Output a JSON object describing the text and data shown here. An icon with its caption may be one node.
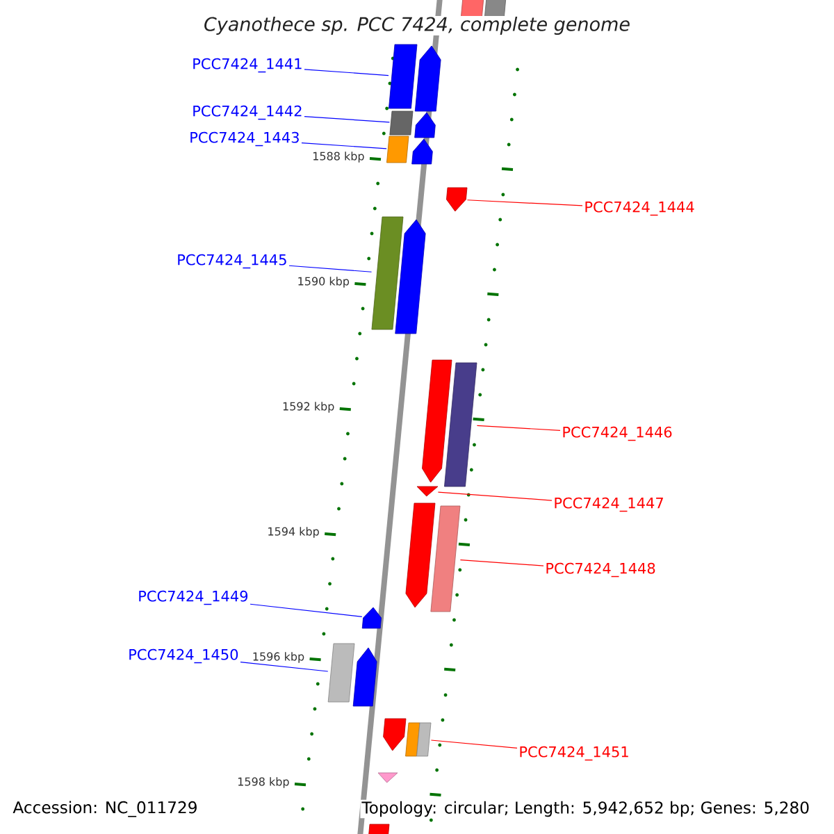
{
  "diagram": {
    "title": "Cyanothece sp. PCC 7424, complete genome",
    "nodes": [
      {
        "text": [],
        "shape": "bar"
      },
      {
        "text": [],
        "shape": "bar"
      },
      {
        "text": [
          "PCC7424_1441"
        ]
      },
      {
        "text": [],
        "shape": "bar"
      },
      {
        "text": [],
        "shape": "arrow"
      },
      {
        "text": [
          "PCC7424_1442"
        ]
      },
      {
        "text": [],
        "shape": "bar"
      },
      {
        "text": [],
        "shape": "arrow"
      },
      {
        "text": [
          "PCC7424_1443"
        ]
      },
      {
        "text": [],
        "shape": "bar"
      },
      {
        "text": [],
        "shape": "arrow"
      },
      {
        "text": [
          "PCC7424_1444"
        ]
      },
      {
        "text": [],
        "shape": "arrow"
      },
      {
        "text": [
          "PCC7424_1445"
        ]
      },
      {
        "text": [],
        "shape": "bar"
      },
      {
        "text": [],
        "shape": "arrow"
      },
      {
        "text": [
          "PCC7424_1446"
        ]
      },
      {
        "text": [],
        "shape": "arrow"
      },
      {
        "text": [],
        "shape": "bar"
      },
      {
        "text": [
          "PCC7424_1447"
        ]
      },
      {
        "text": [],
        "shape": "triangle"
      },
      {
        "text": [
          "PCC7424_1448"
        ]
      },
      {
        "text": [],
        "shape": "arrow"
      },
      {
        "text": [],
        "shape": "bar"
      },
      {
        "text": [
          "PCC7424_1449"
        ]
      },
      {
        "text": [],
        "shape": "arrow"
      },
      {
        "text": [
          "PCC7424_1450"
        ]
      },
      {
        "text": [],
        "shape": "bar"
      },
      {
        "text": [],
        "shape": "arrow"
      },
      {
        "text": [
          "PCC7424_1451"
        ]
      },
      {
        "text": [],
        "shape": "arrow"
      },
      {
        "text": [],
        "shape": "bar"
      },
      {
        "text": [],
        "shape": "bar"
      },
      {
        "text": [],
        "shape": "triangle"
      },
      {
        "text": [],
        "shape": "bar"
      }
    ],
    "edges": [
      {
        "from": 2,
        "to": 3,
        "arrow": "none",
        "color": "#0000ff"
      },
      {
        "from": 5,
        "to": 6,
        "arrow": "none",
        "color": "#0000ff"
      },
      {
        "from": 8,
        "to": 9,
        "arrow": "none",
        "color": "#0000ff"
      },
      {
        "from": 11,
        "to": 12,
        "arrow": "none",
        "color": "#ff0000"
      },
      {
        "from": 13,
        "to": 14,
        "arrow": "none",
        "color": "#0000ff"
      },
      {
        "from": 16,
        "to": 18,
        "arrow": "none",
        "color": "#ff0000"
      },
      {
        "from": 19,
        "to": 20,
        "arrow": "none",
        "color": "#ff0000"
      },
      {
        "from": 21,
        "to": 23,
        "arrow": "none",
        "color": "#ff0000"
      },
      {
        "from": 24,
        "to": 25,
        "arrow": "none",
        "color": "#0000ff"
      },
      {
        "from": 26,
        "to": 27,
        "arrow": "none",
        "color": "#0000ff"
      },
      {
        "from": 29,
        "to": 32,
        "arrow": "none",
        "color": "#ff0000"
      }
    ],
    "labels": [
      "1588 kbp",
      "1590 kbp",
      "1592 kbp",
      "1594 kbp",
      "1596 kbp",
      "1598 kbp",
      "Accession: NC_011729",
      "Topology: circular; Length: 5,942,652 bp; Genes: 5,280"
    ]
  }
}
